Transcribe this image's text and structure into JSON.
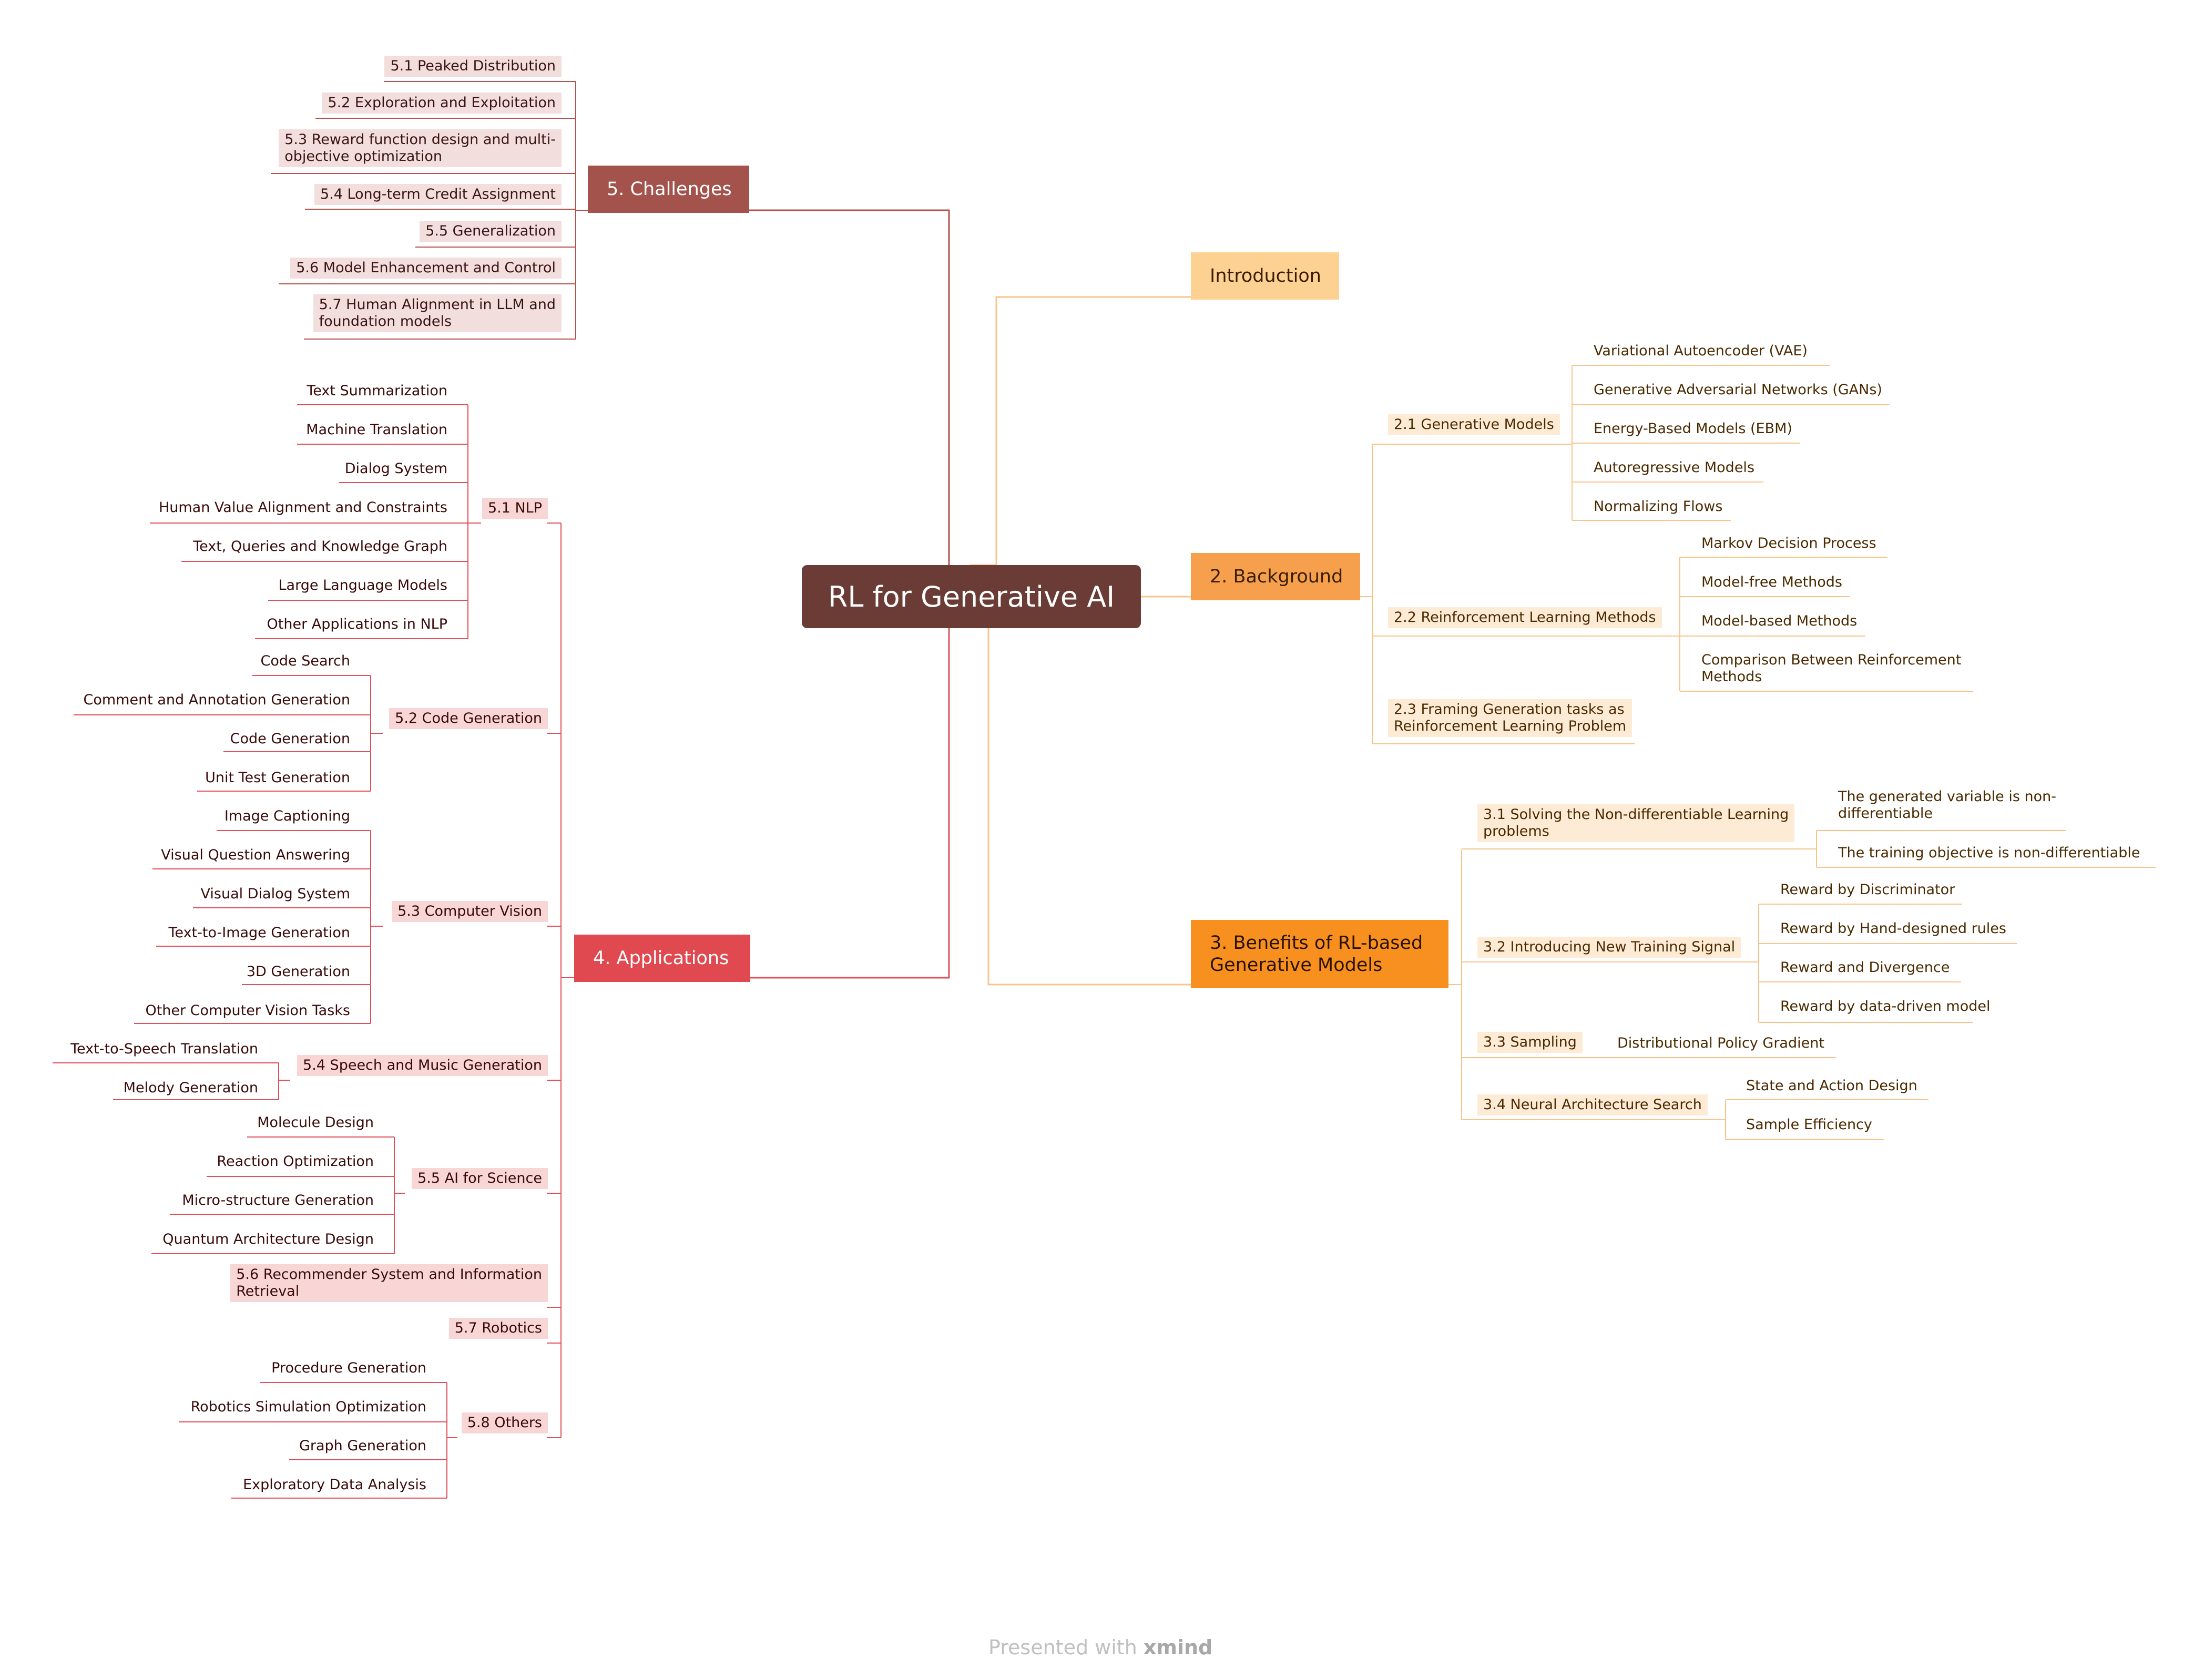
{
  "colors": {
    "central_bg": "#6b3b36",
    "intro": "#fdd191",
    "background": "#f6a04d",
    "benefits": "#f7901e",
    "applications": "#e0494f",
    "challenges": "#a4534c",
    "orange_line": "#f8c48c",
    "red_line": "#e0505a",
    "challenge_line": "#b5524b"
  },
  "central": "RL for Generative AI",
  "intro": "Introduction",
  "background": {
    "title": "2. Background",
    "generative": {
      "title": "2.1 Generative Models",
      "items": [
        "Variational Autoencoder (VAE)",
        "Generative Adversarial Networks (GANs)",
        "Energy-Based Models (EBM)",
        "Autoregressive Models",
        "Normalizing Flows"
      ]
    },
    "rl_methods": {
      "title": "2.2 Reinforcement Learning Methods",
      "items": [
        "Markov Decision Process",
        "Model-free Methods",
        "Model-based Methods",
        "Comparison Between Reinforcement\nMethods"
      ]
    },
    "framing": "2.3 Framing Generation tasks as\nReinforcement Learning Problem"
  },
  "benefits": {
    "title": "3. Benefits of RL-based\nGenerative Models",
    "nondiff": {
      "title": "3.1 Solving the Non-differentiable Learning\nproblems",
      "items": [
        "The generated variable is non-\ndifferentiable",
        "The training objective is non-differentiable"
      ]
    },
    "signal": {
      "title": "3.2 Introducing New Training Signal",
      "items": [
        "Reward by Discriminator",
        "Reward by Hand-designed rules",
        "Reward and Divergence",
        "Reward by data-driven model"
      ]
    },
    "sampling": {
      "title": "3.3 Sampling",
      "items": [
        "Distributional Policy Gradient"
      ]
    },
    "nas": {
      "title": "3.4 Neural Architecture Search",
      "items": [
        "State and Action Design",
        "Sample Efficiency"
      ]
    }
  },
  "applications": {
    "title": "4. Applications",
    "nlp": {
      "title": "5.1 NLP",
      "items": [
        "Text Summarization",
        "Machine Translation",
        "Dialog System",
        "Human Value Alignment and Constraints",
        "Text, Queries and Knowledge Graph",
        "Large Language Models",
        "Other Applications in NLP"
      ]
    },
    "code": {
      "title": "5.2 Code Generation",
      "items": [
        "Code Search",
        "Comment and Annotation Generation",
        "Code Generation",
        "Unit Test Generation"
      ]
    },
    "cv": {
      "title": "5.3 Computer Vision",
      "items": [
        "Image Captioning",
        "Visual Question Answering",
        "Visual Dialog System",
        "Text-to-Image Generation",
        "3D Generation",
        "Other Computer Vision Tasks"
      ]
    },
    "speech": {
      "title": "5.4 Speech and Music Generation",
      "items": [
        "Text-to-Speech Translation",
        "Melody Generation"
      ]
    },
    "science": {
      "title": "5.5 AI for Science",
      "items": [
        "Molecule Design",
        "Reaction Optimization",
        "Micro-structure Generation",
        "Quantum Architecture Design"
      ]
    },
    "recsys": "5.6 Recommender System and Information\nRetrieval",
    "robotics": "5.7 Robotics",
    "others": {
      "title": "5.8 Others",
      "items": [
        "Procedure Generation",
        "Robotics Simulation Optimization",
        "Graph Generation",
        "Exploratory Data Analysis"
      ]
    }
  },
  "challenges": {
    "title": "5. Challenges",
    "items": [
      "5.1 Peaked Distribution",
      "5.2 Exploration and Exploitation",
      "5.3 Reward function design and multi-\nobjective optimization",
      "5.4 Long-term Credit Assignment",
      "5.5 Generalization",
      "5.6 Model Enhancement and Control",
      "5.7 Human Alignment in LLM and\nfoundation models"
    ]
  },
  "footer": {
    "prefix": "Presented with",
    "brand": "xmind"
  }
}
